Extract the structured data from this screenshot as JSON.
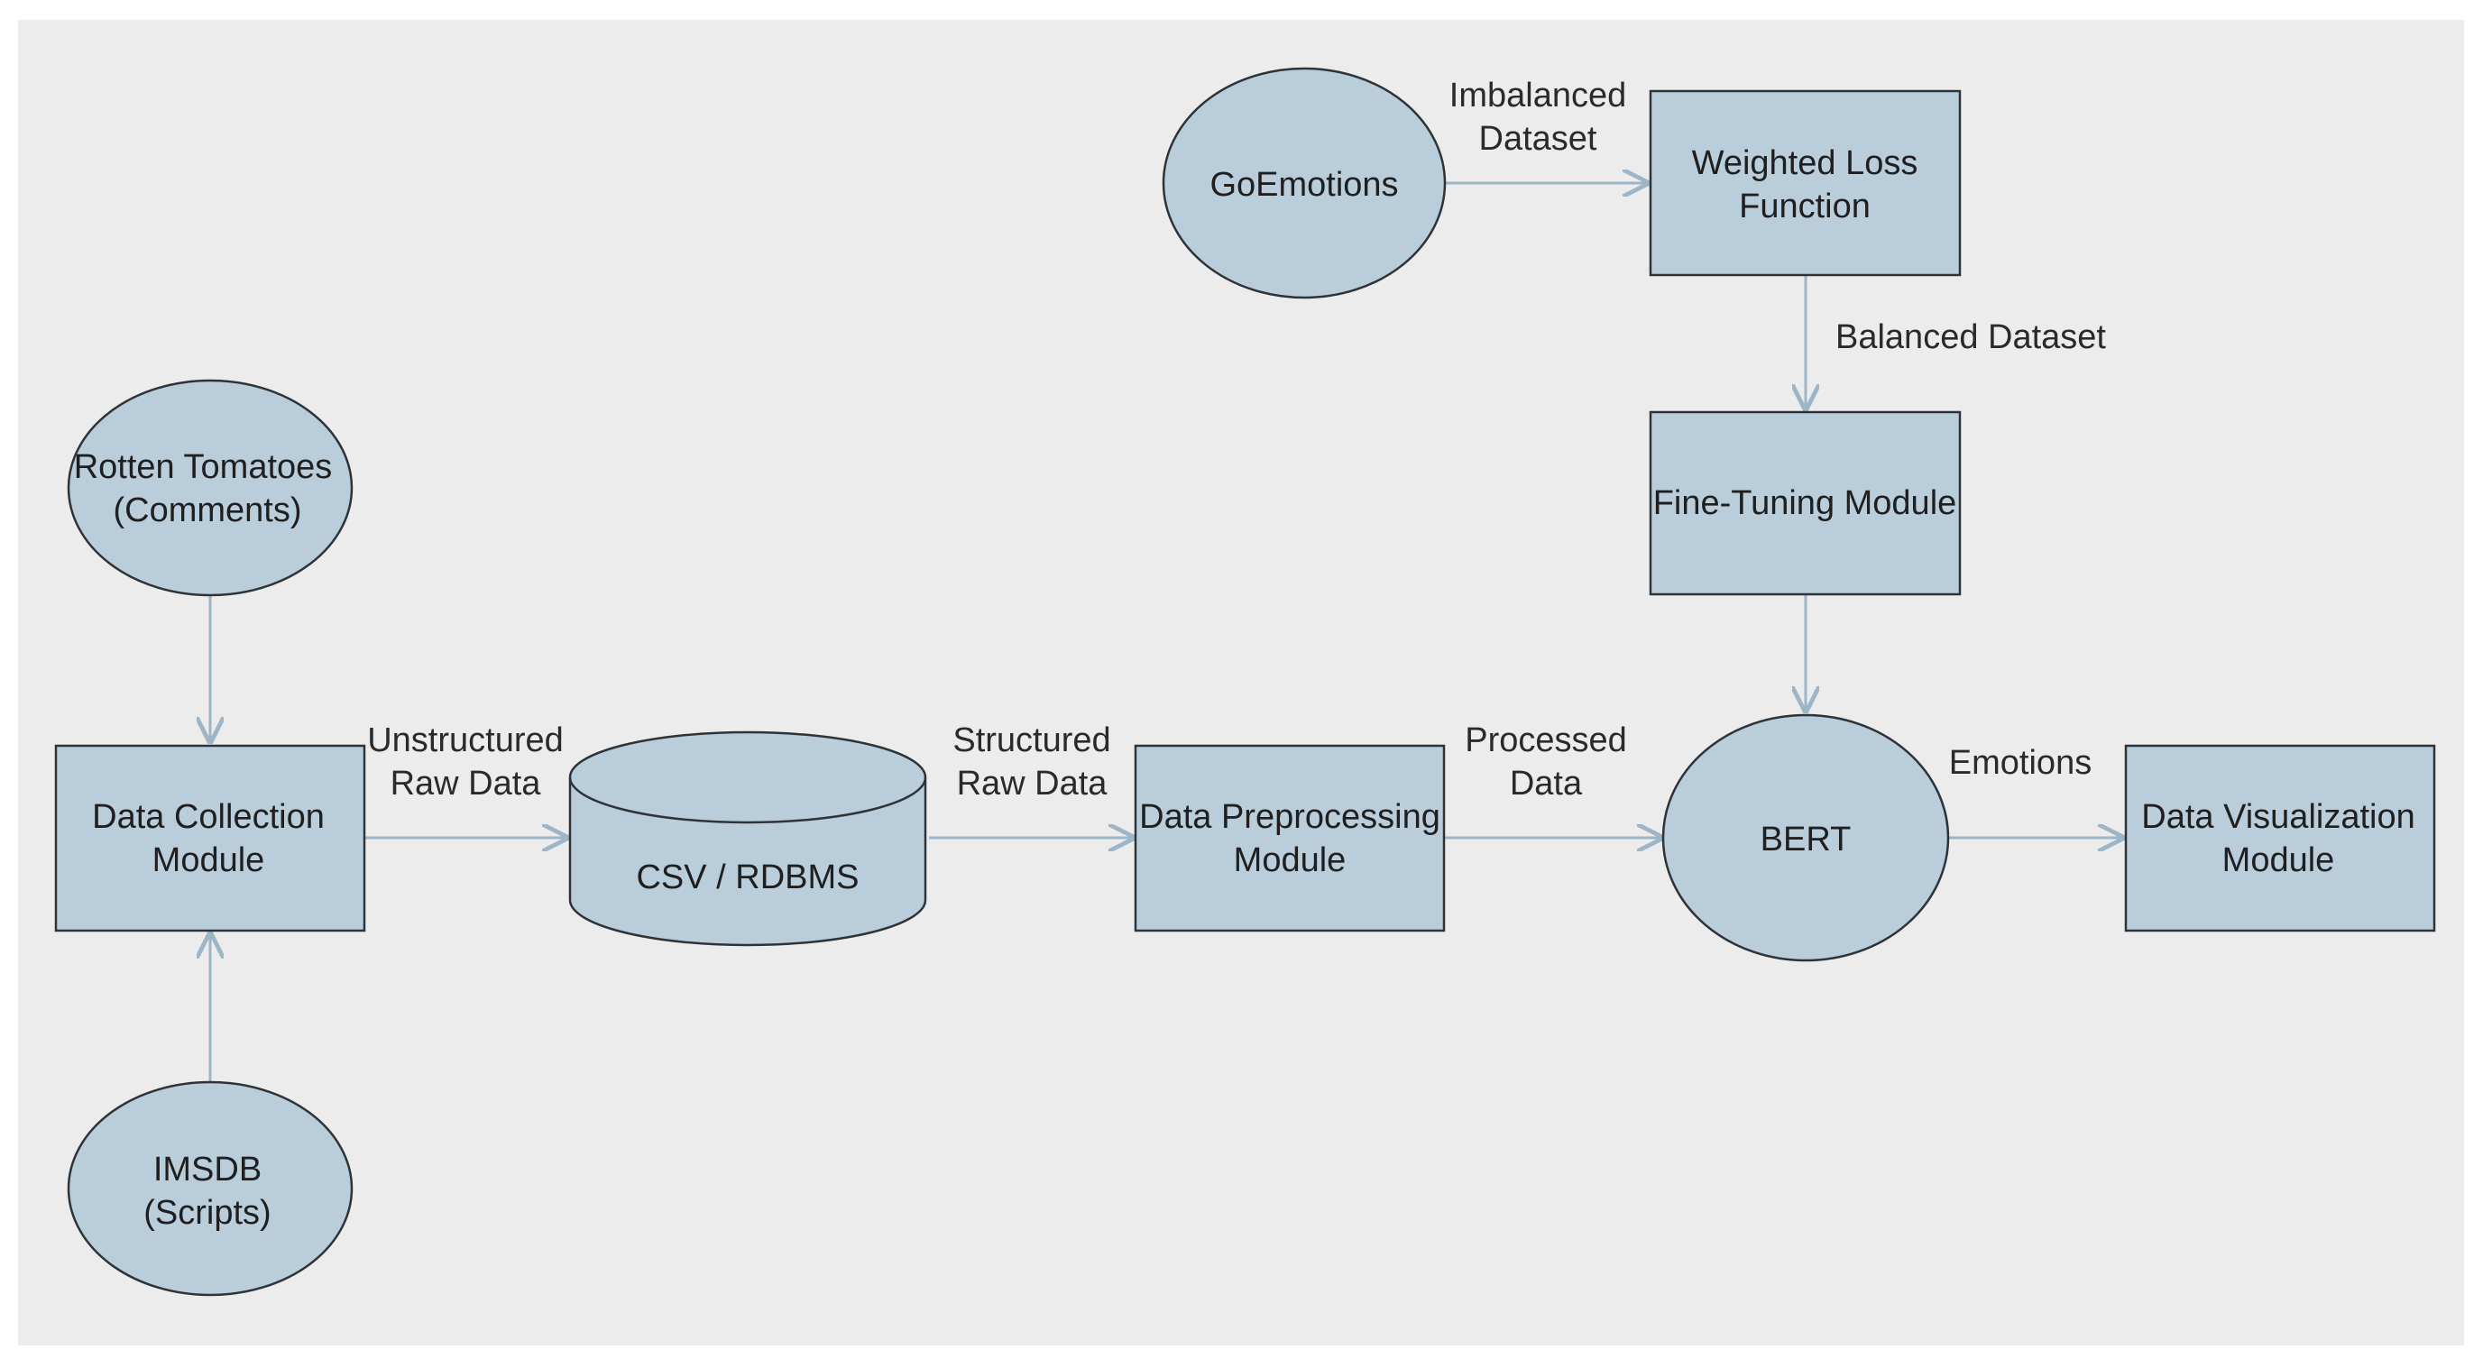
{
  "colors": {
    "background": "#ececec",
    "node_fill": "#b9cddb",
    "node_stroke": "#2e3338",
    "edge": "#9db6c7"
  },
  "nodes": {
    "goemotions": {
      "label": "GoEmotions"
    },
    "weighted_loss": {
      "line1": "Weighted Loss",
      "line2": "Function"
    },
    "fine_tuning": {
      "label": "Fine-Tuning Module"
    },
    "rotten_tomatoes": {
      "line1": "Rotten Tomatoes",
      "line2": "(Comments)"
    },
    "data_collection": {
      "line1": "Data Collection",
      "line2": "Module"
    },
    "imsdb": {
      "line1": "IMSDB",
      "line2": "(Scripts)"
    },
    "csv_rdbms": {
      "label": "CSV / RDBMS"
    },
    "data_preprocessing": {
      "line1": "Data Preprocessing",
      "line2": "Module"
    },
    "bert": {
      "label": "BERT"
    },
    "data_visualization": {
      "line1": "Data Visualization",
      "line2": "Module"
    }
  },
  "edges": {
    "imbalanced": {
      "line1": "Imbalanced",
      "line2": "Dataset"
    },
    "balanced": {
      "label": "Balanced Dataset"
    },
    "unstructured": {
      "line1": "Unstructured",
      "line2": "Raw Data"
    },
    "structured": {
      "line1": "Structured",
      "line2": "Raw Data"
    },
    "processed": {
      "line1": "Processed",
      "line2": "Data"
    },
    "emotions": {
      "label": "Emotions"
    }
  }
}
